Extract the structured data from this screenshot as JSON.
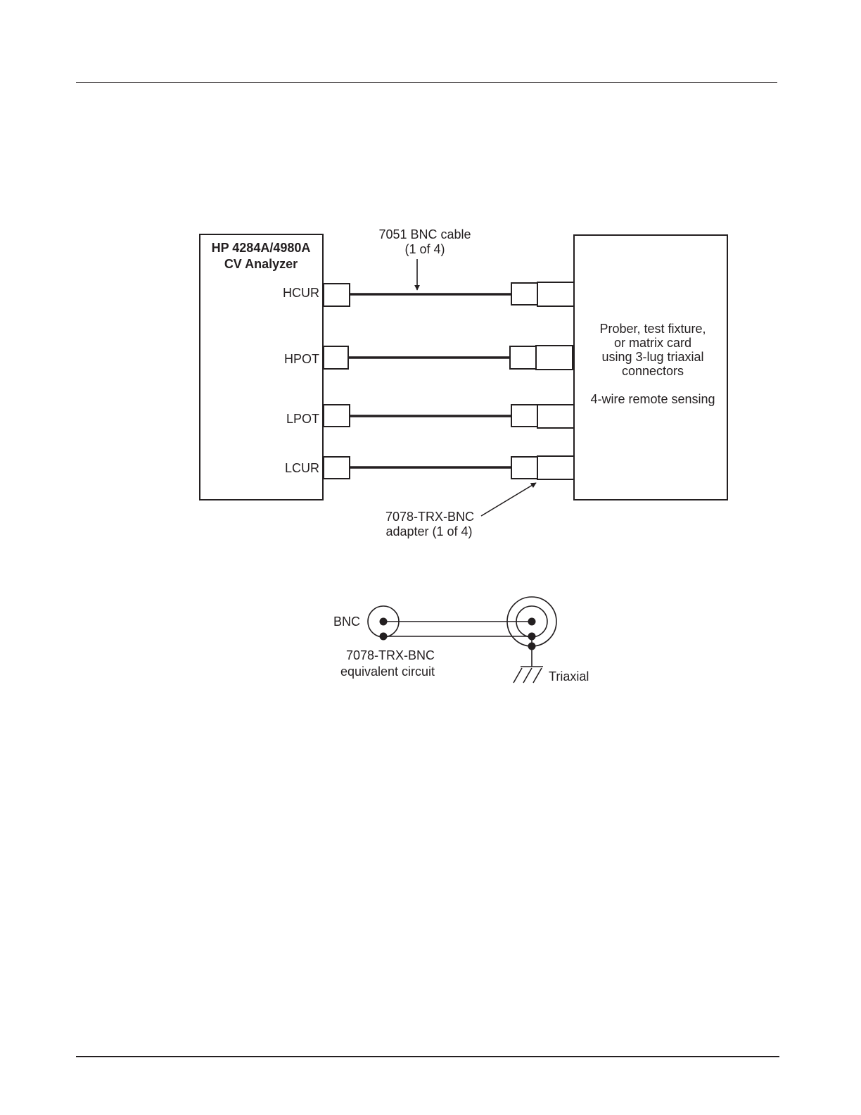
{
  "analyzer": {
    "title_line1": "HP 4284A/4980A",
    "title_line2": "CV Analyzer",
    "terminals": [
      "HCUR",
      "HPOT",
      "LPOT",
      "LCUR"
    ]
  },
  "cable_label": {
    "line1": "7051 BNC cable",
    "line2": "(1 of 4)"
  },
  "adapter_label": {
    "line1": "7078-TRX-BNC",
    "line2": "adapter (1 of 4)"
  },
  "device": {
    "lines": [
      "Prober, test fixture,",
      "or matrix card",
      "using 3-lug triaxial",
      "connectors"
    ],
    "sensing": "4-wire remote sensing"
  },
  "circuit": {
    "bnc_label": "BNC",
    "caption_line1": "7078-TRX-BNC",
    "caption_line2": "equivalent circuit",
    "triaxial_label": "Triaxial"
  }
}
